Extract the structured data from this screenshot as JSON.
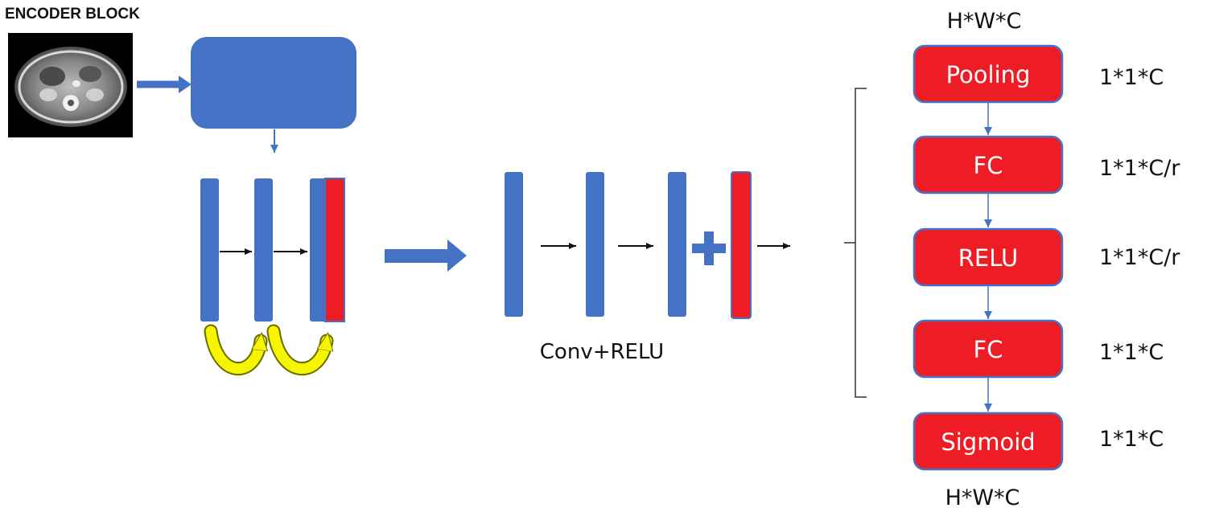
{
  "title": "ENCODER BLOCK",
  "conv_label": "Conv+RELU",
  "se_block": {
    "input_label": "H*W*C",
    "output_label": "H*W*C",
    "stages": [
      {
        "name": "Pooling",
        "dim": "1*1*C"
      },
      {
        "name": "FC",
        "dim": "1*1*C/r"
      },
      {
        "name": "RELU",
        "dim": "1*1*C/r"
      },
      {
        "name": "FC",
        "dim": "1*1*C"
      },
      {
        "name": "Sigmoid",
        "dim": "1*1*C"
      }
    ]
  },
  "colors": {
    "blue": "#4472C4",
    "red": "#EE1C25",
    "yellow": "#F5F500",
    "arrow_black": "#111111"
  }
}
